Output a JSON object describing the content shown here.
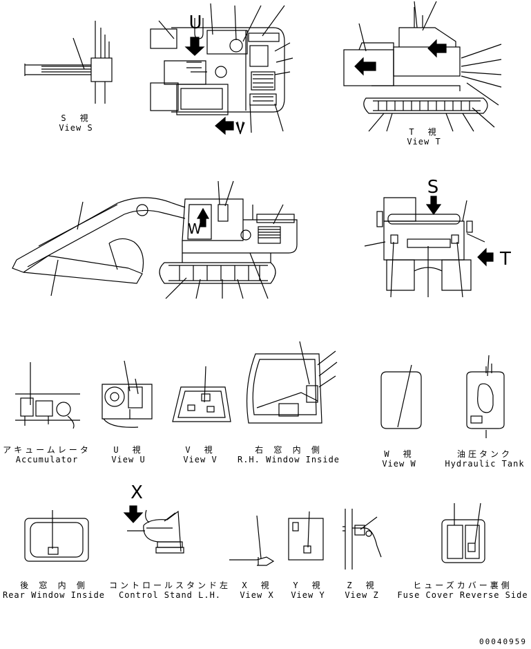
{
  "views": [
    {
      "id": "s",
      "jp": "S　視",
      "en": "View S"
    },
    {
      "id": "t",
      "jp": "T　視",
      "en": "View T"
    },
    {
      "id": "accumulator",
      "jp": "アキュームレータ",
      "en": "Accumulator"
    },
    {
      "id": "u",
      "jp": "U　視",
      "en": "View U"
    },
    {
      "id": "v",
      "jp": "V　視",
      "en": "View V"
    },
    {
      "id": "rh_window",
      "jp": "右 窓 内 側",
      "en": "R.H. Window Inside"
    },
    {
      "id": "w",
      "jp": "W　視",
      "en": "View W"
    },
    {
      "id": "hyd_tank",
      "jp": "油圧タンク",
      "en": "Hydraulic Tank"
    },
    {
      "id": "rear_window",
      "jp": "後 窓 内 側",
      "en": "Rear Window Inside"
    },
    {
      "id": "control_stand",
      "jp": "コントロールスタンド左",
      "en": "Control Stand L.H."
    },
    {
      "id": "x",
      "jp": "X　視",
      "en": "View X"
    },
    {
      "id": "y",
      "jp": "Y　視",
      "en": "View Y"
    },
    {
      "id": "z",
      "jp": "Z　視",
      "en": "View Z"
    },
    {
      "id": "fuse",
      "jp": "ヒューズカバー裏側",
      "en": "Fuse Cover Reverse Side"
    }
  ],
  "view_letters": {
    "u": "U",
    "s": "S",
    "t": "T",
    "x": "X",
    "v": "V",
    "w": "W"
  },
  "document_number": "00040959",
  "colors": {
    "line": "#000000",
    "background": "#ffffff"
  }
}
